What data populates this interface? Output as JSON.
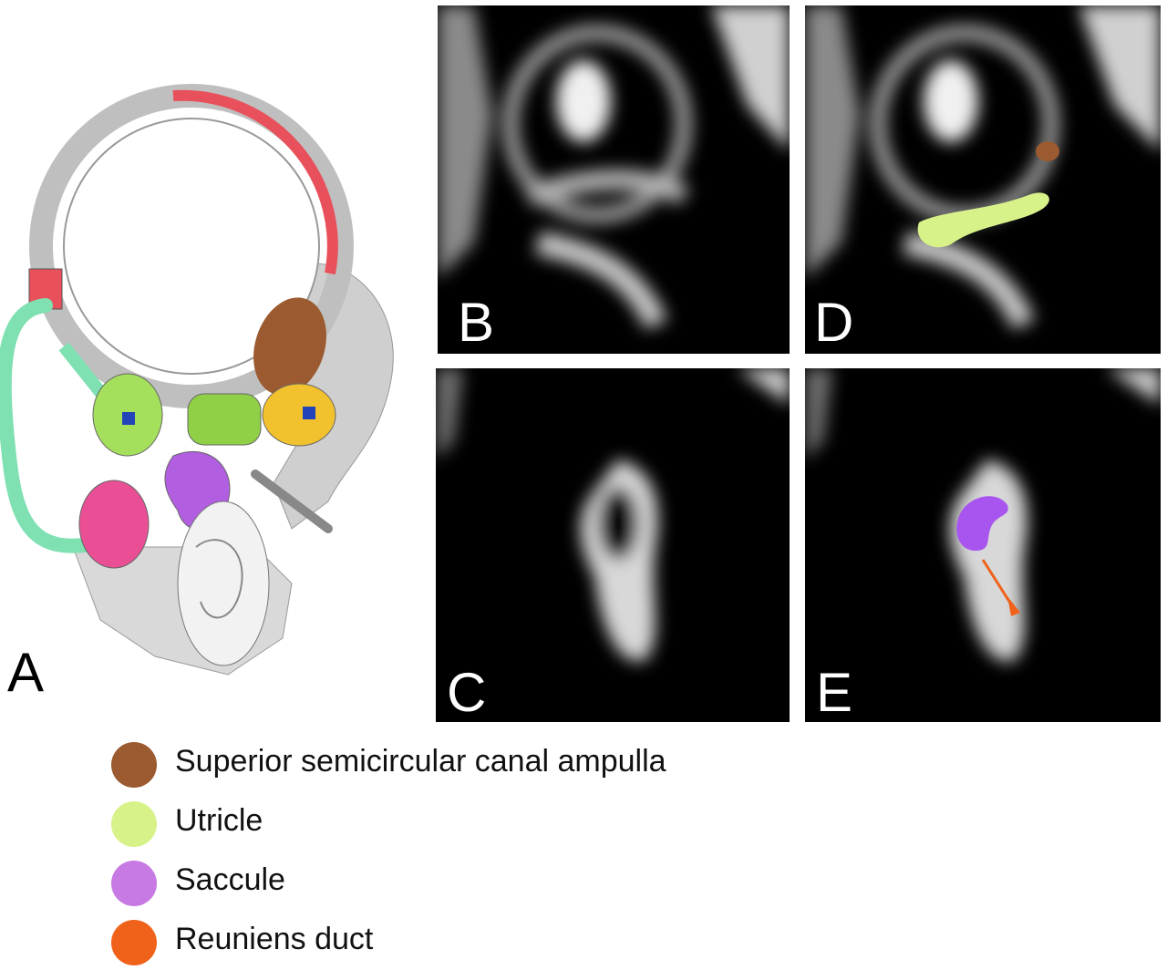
{
  "panels": {
    "a": {
      "letter": "A"
    },
    "b": {
      "letter": "B"
    },
    "c": {
      "letter": "C"
    },
    "d": {
      "letter": "D"
    },
    "e": {
      "letter": "E"
    }
  },
  "legend": [
    {
      "label": "Superior semicircular canal ampulla",
      "color": "#9b5a2f"
    },
    {
      "label": "Utricle",
      "color": "#d8f28a"
    },
    {
      "label": "Saccule",
      "color": "#c77ae3"
    },
    {
      "label": "Reuniens duct",
      "color": "#f0621a"
    }
  ]
}
